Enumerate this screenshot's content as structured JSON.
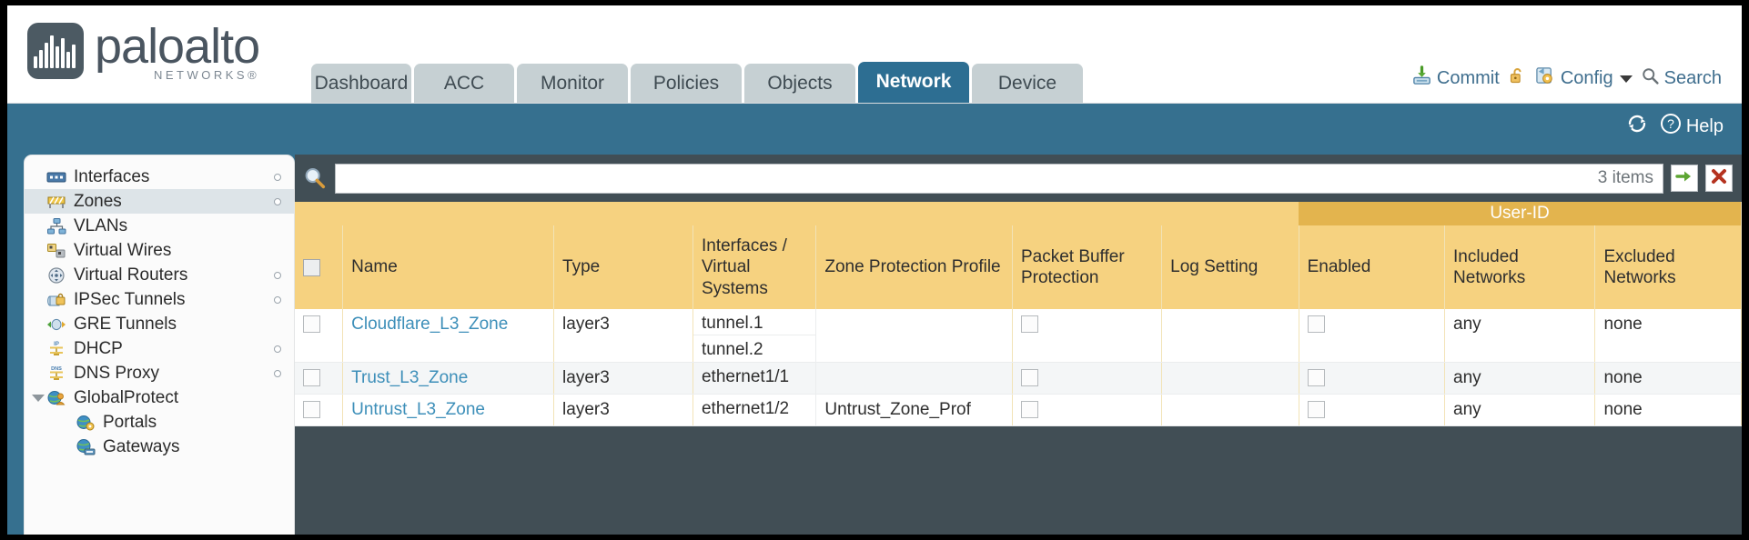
{
  "brand": {
    "name": "paloalto",
    "tagline": "NETWORKS",
    "registered": "®"
  },
  "header": {
    "tabs": [
      {
        "label": "Dashboard",
        "active": false
      },
      {
        "label": "ACC",
        "active": false
      },
      {
        "label": "Monitor",
        "active": false
      },
      {
        "label": "Policies",
        "active": false
      },
      {
        "label": "Objects",
        "active": false
      },
      {
        "label": "Network",
        "active": true
      },
      {
        "label": "Device",
        "active": false
      }
    ],
    "toolbar": {
      "commit": "Commit",
      "config": "Config",
      "search": "Search",
      "lock_icon": "unlocked-padlock-icon",
      "commit_icon": "commit-save-icon",
      "config_icon": "config-wrench-icon",
      "search_icon": "search-magnifier-icon"
    }
  },
  "subbar": {
    "refresh_icon": "refresh-icon",
    "help_label": "Help",
    "help_icon": "help-question-icon"
  },
  "sidebar": {
    "items": [
      {
        "label": "Interfaces",
        "icon": "interfaces-icon",
        "dot": true,
        "child": false,
        "selected": false,
        "twisty": false
      },
      {
        "label": "Zones",
        "icon": "zones-icon",
        "dot": true,
        "child": false,
        "selected": true,
        "twisty": false
      },
      {
        "label": "VLANs",
        "icon": "vlans-icon",
        "dot": false,
        "child": false,
        "selected": false,
        "twisty": false
      },
      {
        "label": "Virtual Wires",
        "icon": "virtual-wires-icon",
        "dot": false,
        "child": false,
        "selected": false,
        "twisty": false
      },
      {
        "label": "Virtual Routers",
        "icon": "virtual-routers-icon",
        "dot": true,
        "child": false,
        "selected": false,
        "twisty": false
      },
      {
        "label": "IPSec Tunnels",
        "icon": "ipsec-tunnels-icon",
        "dot": true,
        "child": false,
        "selected": false,
        "twisty": false
      },
      {
        "label": "GRE Tunnels",
        "icon": "gre-tunnels-icon",
        "dot": false,
        "child": false,
        "selected": false,
        "twisty": false
      },
      {
        "label": "DHCP",
        "icon": "dhcp-icon",
        "dot": true,
        "child": false,
        "selected": false,
        "twisty": false
      },
      {
        "label": "DNS Proxy",
        "icon": "dns-proxy-icon",
        "dot": true,
        "child": false,
        "selected": false,
        "twisty": false
      },
      {
        "label": "GlobalProtect",
        "icon": "globalprotect-icon",
        "dot": false,
        "child": false,
        "selected": false,
        "twisty": true
      },
      {
        "label": "Portals",
        "icon": "portals-icon",
        "dot": false,
        "child": true,
        "selected": false,
        "twisty": false
      },
      {
        "label": "Gateways",
        "icon": "gateways-icon",
        "dot": false,
        "child": true,
        "selected": false,
        "twisty": false
      }
    ]
  },
  "search": {
    "value": "",
    "placeholder": "",
    "item_count": "3 items",
    "apply_icon": "green-arrow-apply-icon",
    "clear_icon": "red-x-clear-icon"
  },
  "table": {
    "group_header": "User-ID",
    "columns": [
      "Name",
      "Type",
      "Interfaces / Virtual Systems",
      "Zone Protection Profile",
      "Packet Buffer Protection",
      "Log Setting",
      "Enabled",
      "Included Networks",
      "Excluded Networks"
    ],
    "rows": [
      {
        "selected": false,
        "name": "Cloudflare_L3_Zone",
        "type": "layer3",
        "interfaces": [
          "tunnel.1",
          "tunnel.2"
        ],
        "zone_protection_profile": "",
        "packet_buffer_protection": false,
        "log_setting": "",
        "user_id_enabled": false,
        "included_networks": "any",
        "excluded_networks": "none"
      },
      {
        "selected": false,
        "name": "Trust_L3_Zone",
        "type": "layer3",
        "interfaces": [
          "ethernet1/1"
        ],
        "zone_protection_profile": "",
        "packet_buffer_protection": false,
        "log_setting": "",
        "user_id_enabled": false,
        "included_networks": "any",
        "excluded_networks": "none"
      },
      {
        "selected": false,
        "name": "Untrust_L3_Zone",
        "type": "layer3",
        "interfaces": [
          "ethernet1/2"
        ],
        "zone_protection_profile": "Untrust_Zone_Prof",
        "packet_buffer_protection": false,
        "log_setting": "",
        "user_id_enabled": false,
        "included_networks": "any",
        "excluded_networks": "none"
      }
    ]
  },
  "colors": {
    "brand_blue": "#36708f",
    "active_tab": "#2d6e92",
    "tab_grey": "#c6d0d3",
    "header_amber": "#f6d280",
    "group_amber": "#e3b44e",
    "link_blue": "#3d8fb9",
    "panel_dark": "#414e55"
  }
}
